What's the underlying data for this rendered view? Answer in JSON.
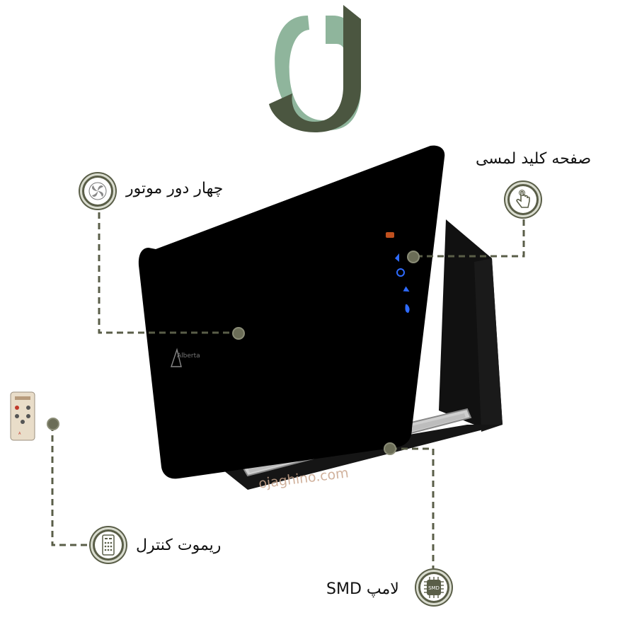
{
  "labels": {
    "motor": "چهار دور موتور",
    "touch_panel": "صفحه کلید لمسی",
    "remote": "ریموت کنترل",
    "lamp": "لامپ SMD"
  },
  "smd_badge_text": "SMD",
  "watermark": "ojaghino.com",
  "icons": {
    "logo": "ojaghino-logo",
    "motor": "fan-icon",
    "touch": "touch-hand-icon",
    "remote": "remote-icon",
    "lamp": "smd-chip-icon"
  },
  "colors": {
    "accent": "#5a5e48",
    "logo_dark": "#4b5640",
    "logo_light": "#8fb59c",
    "hood_body": "#000000",
    "led_blue": "#2e6bff"
  }
}
